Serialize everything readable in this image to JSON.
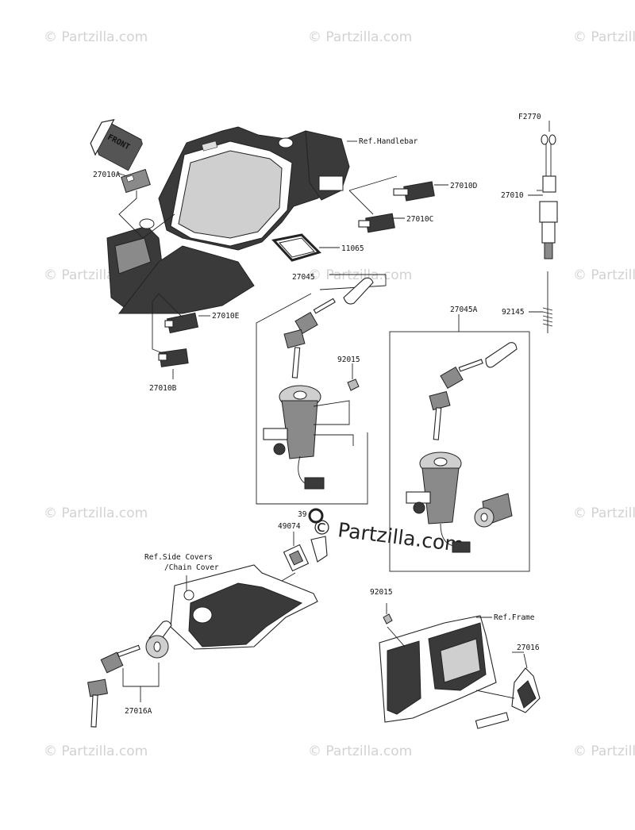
{
  "diagram_code": "F2770",
  "front_arrow_text": "FRONT",
  "watermark": "© Partzilla.com",
  "watermark_center": "© Partzilla.com",
  "reference_labels": {
    "handlebar": "Ref.Handlebar",
    "side_covers_line1": "Ref.Side Covers",
    "side_covers_line2": "/Chain Cover",
    "frame": "Ref.Frame"
  },
  "part_labels": {
    "p27010A": "27010A",
    "p27010D": "27010D",
    "p27010C": "27010C",
    "p11065": "11065",
    "p27010E": "27010E",
    "p27010B": "27010B",
    "p27045": "27045",
    "p92015_top": "92015",
    "p39": "39",
    "p49074": "49074",
    "p27045A": "27045A",
    "p27010": "27010",
    "p92145": "92145",
    "p92015_bottom": "92015",
    "p27016": "27016",
    "p27016A": "27016A"
  },
  "colors": {
    "line": "#222222",
    "watermark": "#d2d2d2",
    "background": "#ffffff"
  }
}
